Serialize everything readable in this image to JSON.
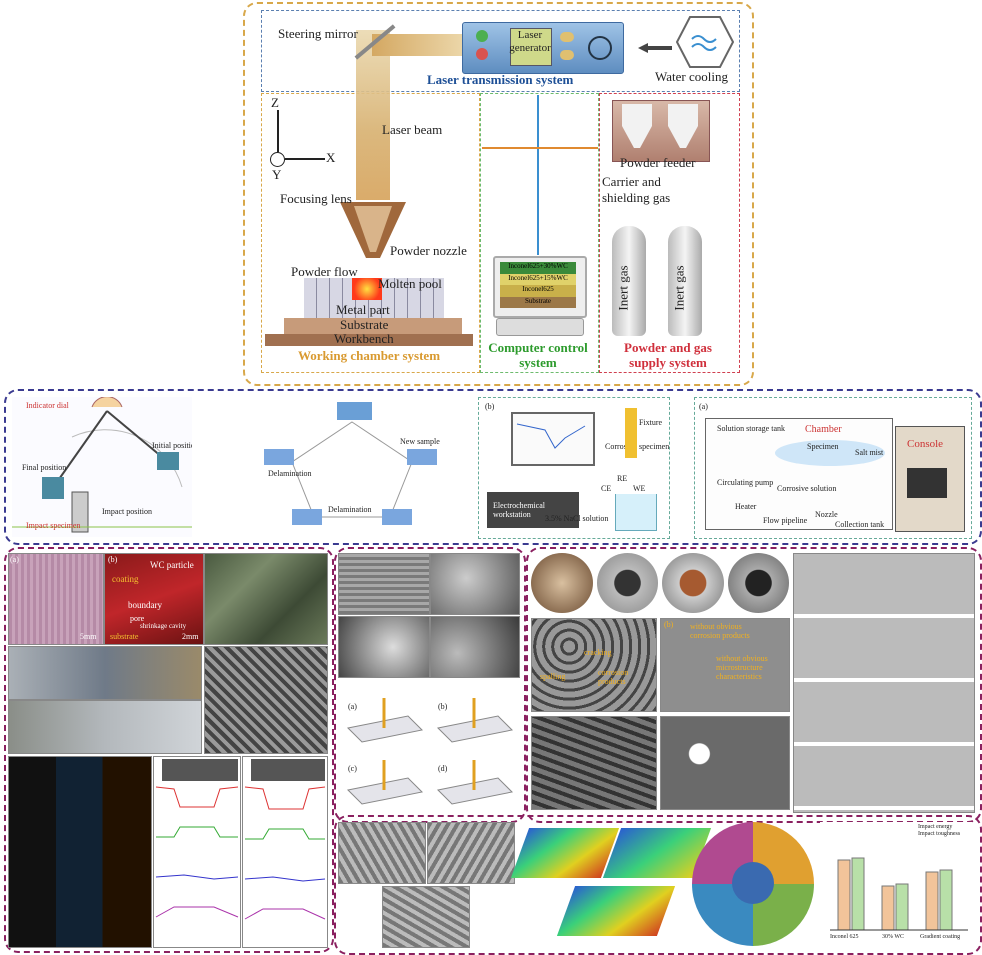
{
  "top_diagram": {
    "steering_mirror": "Steering mirror",
    "laser_generator": "Laser\ngenerator",
    "laser_transmission_system": "Laser transmission system",
    "water_cooling": "Water cooling",
    "laser_beam": "Laser beam",
    "axis_z": "Z",
    "axis_x": "X",
    "axis_y": "Y",
    "focusing_lens": "Focusing lens",
    "powder_nozzle": "Powder nozzle",
    "powder_flow": "Powder flow",
    "molten_pool": "Molten pool",
    "metal_part": "Metal part",
    "substrate": "Substrate",
    "workbench": "Workbench",
    "working_chamber_system": "Working chamber system",
    "powder_feeder": "Powder feeder",
    "carrier_gas": "Carrier and\nshielding gas",
    "inert_gas_1": "Inert gas",
    "inert_gas_2": "Inert gas",
    "computer_control_system": "Computer control\nsystem",
    "powder_gas_supply_system": "Powder and gas\nsupply system",
    "screen_layers": [
      "Inconel625+30%WC",
      "Inconel625+15%WC",
      "Inconel625",
      "Substrate"
    ]
  },
  "test_row": {
    "impact_labels": [
      "Indicator dial",
      "Initial position",
      "Final position",
      "Impact specimen",
      "Impact position"
    ],
    "wear_cycle_labels": [
      "Delamination",
      "New sample",
      "Delamination"
    ],
    "electrochem_labels": [
      "(b)",
      "Electrochemical workstation",
      "3.5% NaCl solution",
      "Corrosion specimen",
      "CE",
      "RE",
      "WE",
      "Fixture"
    ],
    "salt_spray_labels": [
      "(a)",
      "Chamber",
      "Console",
      "Solution storage tank",
      "Specimen",
      "Salt mist",
      "Circulating pump",
      "Corrosive solution",
      "Heater",
      "Flow pipeline",
      "Nozzle",
      "Collection tank"
    ]
  },
  "micro_panels": {
    "a_label": "(a)",
    "b_label": "(b)",
    "coating": "coating",
    "wc_particle": "WC particle",
    "boundary": "boundary",
    "pore": "pore",
    "shrinkage": "shrinkage cavity",
    "substrate": "substrate",
    "scale_a": "5mm",
    "scale_b": "2mm"
  },
  "corrosion_panels": {
    "b_label": "(b)",
    "without_corrosion": "without obvious\ncorrosion products",
    "without_micro": "without obvious\nmicrostructure\ncharacteristics",
    "cracking": "cracking",
    "spalling": "spalling",
    "corrosion_products": "corrosion\nproducts"
  },
  "scratch_panels": [
    "(a)",
    "(b)",
    "(c)",
    "(d)"
  ],
  "bottom_chart": {
    "categories": [
      "Inconel 625",
      "30% WC",
      "Gradient coating"
    ],
    "legend": [
      "Impact energy",
      "Impact toughness"
    ]
  }
}
